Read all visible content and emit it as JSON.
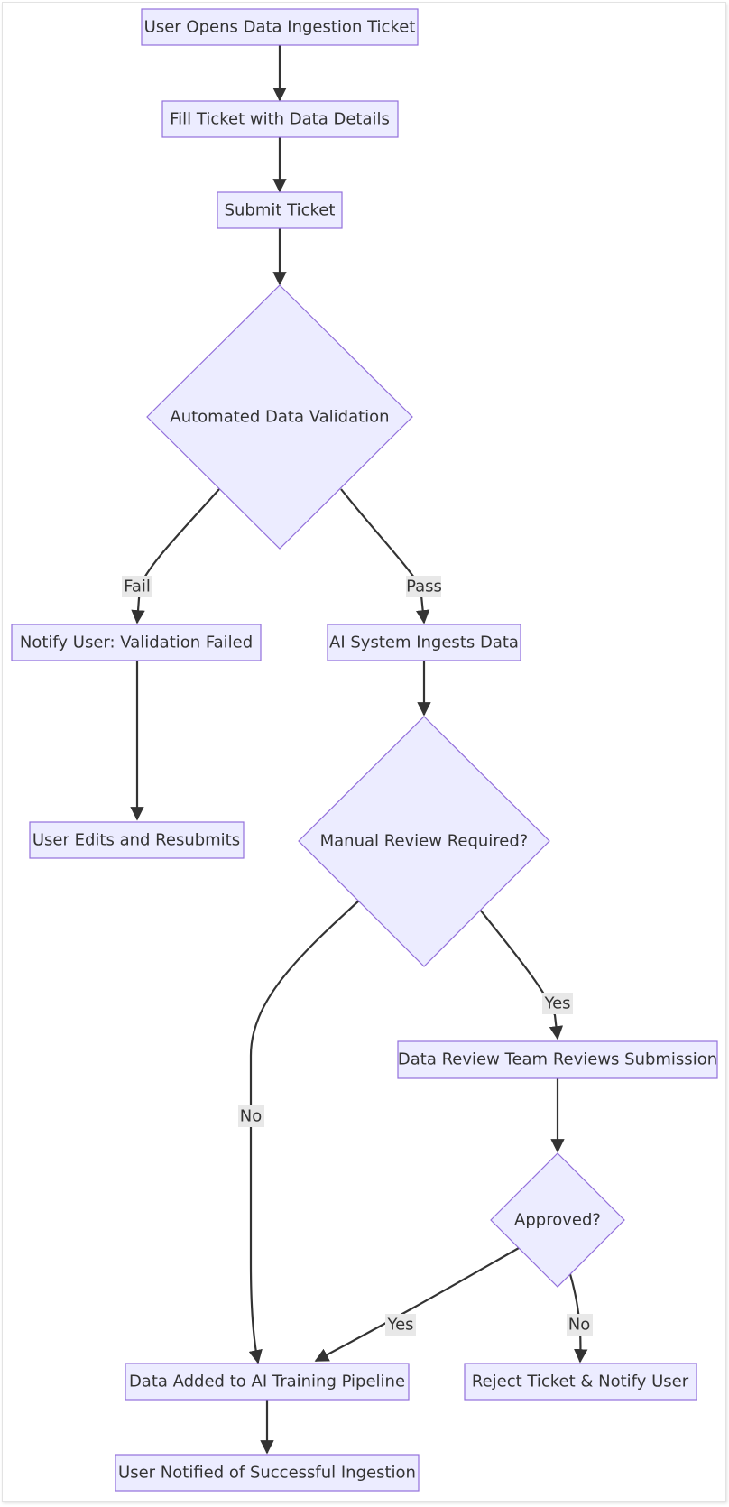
{
  "nodes": {
    "open": "User Opens Data Ingestion Ticket",
    "fill": "Fill Ticket with Data Details",
    "submit": "Submit Ticket",
    "validation": "Automated Data Validation",
    "notify_fail": "Notify User: Validation Failed",
    "ingest": "AI System Ingests Data",
    "resubmit": "User Edits and Resubmits",
    "manual_review": "Manual Review Required?",
    "review_team": "Data Review Team Reviews Submission",
    "approved": "Approved?",
    "added": "Data Added to AI Training Pipeline",
    "reject": "Reject Ticket & Notify User",
    "notified": "User Notified of Successful Ingestion"
  },
  "edges": {
    "fail": "Fail",
    "pass": "Pass",
    "manual_yes": "Yes",
    "manual_no": "No",
    "approved_yes": "Yes",
    "approved_no": "No"
  },
  "colors": {
    "node_fill": "#ececff",
    "node_stroke": "#9370db",
    "edge": "#333333",
    "label_bg": "#e8e8e8"
  }
}
